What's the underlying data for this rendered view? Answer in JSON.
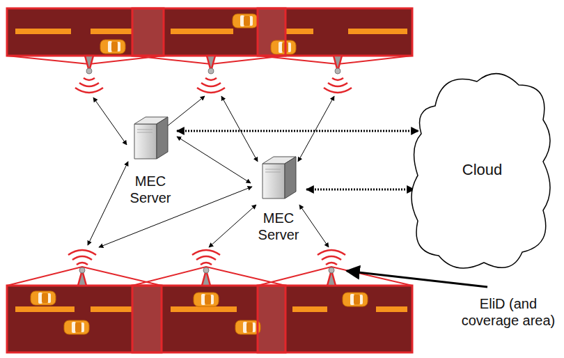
{
  "diagram": {
    "nodes": [
      {
        "text": [
          "MEC Server"
        ]
      },
      {
        "text": [
          "MEC Server"
        ]
      },
      {
        "text": [
          "Cloud"
        ]
      }
    ],
    "edges": [
      {
        "from": 0,
        "to": 2,
        "arrow": "both"
      },
      {
        "from": 1,
        "to": 2,
        "arrow": "both"
      },
      {
        "from": 0,
        "to": 1,
        "arrow": "both"
      }
    ],
    "labels": [
      "EliD (and coverage area)"
    ]
  }
}
